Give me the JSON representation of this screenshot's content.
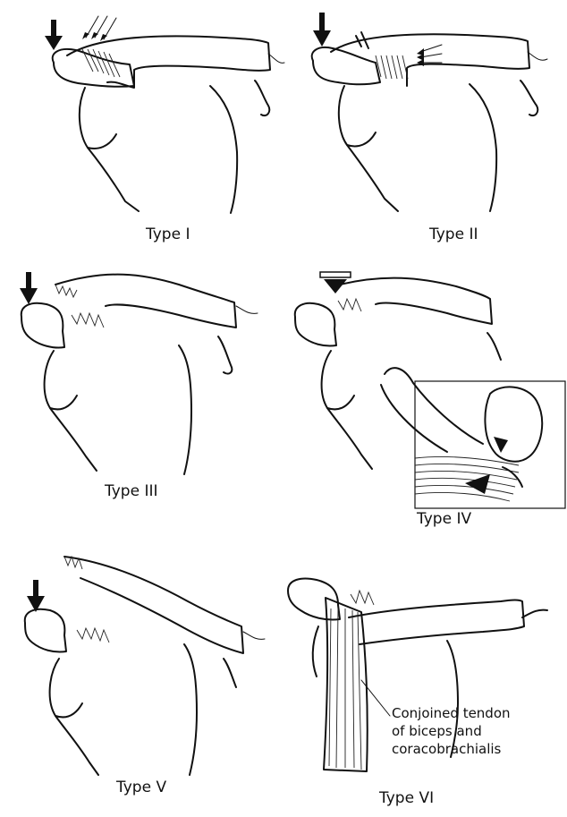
{
  "panels": [
    {
      "label": "Type I"
    },
    {
      "label": "Type II"
    },
    {
      "label": "Type III"
    },
    {
      "label": "Type IV"
    },
    {
      "label": "Type V"
    },
    {
      "label": "Type VI"
    }
  ],
  "annotation": {
    "line1": "Conjoined tendon",
    "line2": "of biceps and",
    "line3": "coracobrachialis"
  },
  "colors": {
    "ink": "#111111",
    "background": "#ffffff"
  }
}
